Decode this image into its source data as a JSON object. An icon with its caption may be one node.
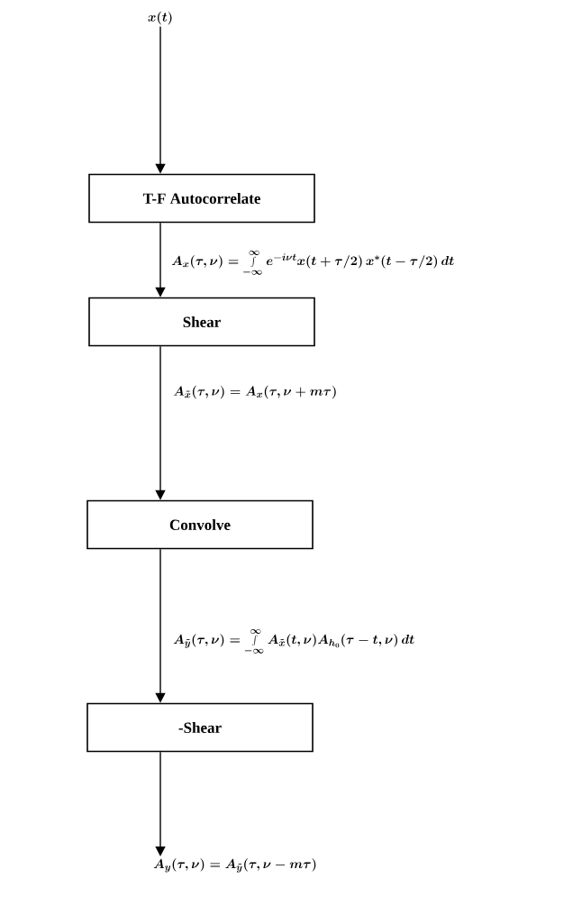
{
  "diagram": {
    "nodes": [
      {
        "text": [
          "x(t)"
        ]
      },
      {
        "text": [
          "T-F Autocorrelate"
        ]
      },
      {
        "text": [
          "Shear"
        ]
      },
      {
        "text": [
          "Convolve"
        ]
      },
      {
        "text": [
          "-Shear"
        ]
      },
      {
        "text": [
          "A_y(\\tau,\\nu) = A_{\\tilde y}(\\tau,\\nu - m\\tau)"
        ]
      }
    ],
    "edges": [
      {
        "from": 0,
        "to": 1,
        "arrow": "to"
      },
      {
        "from": 1,
        "to": 2,
        "arrow": "to",
        "label": "A_x(\\tau,\\nu) = \\int\\limits_{-\\infty}^{\\infty} e^{-i\\nu t} x(t+\\tau/2)\\, x^*(t-\\tau/2)\\, dt"
      },
      {
        "from": 2,
        "to": 3,
        "arrow": "to",
        "label": "A_{\\tilde x}(\\tau,\\nu) = A_x(\\tau,\\nu + m\\tau)"
      },
      {
        "from": 3,
        "to": 4,
        "arrow": "to",
        "label": "A_{\\tilde y}(\\tau,\\nu) = \\int\\limits_{-\\infty}^{\\infty} A_{\\tilde x}(t,\\nu) A_{h_0}(\\tau - t,\\nu)\\, dt"
      },
      {
        "from": 4,
        "to": 5,
        "arrow": "to"
      }
    ]
  }
}
